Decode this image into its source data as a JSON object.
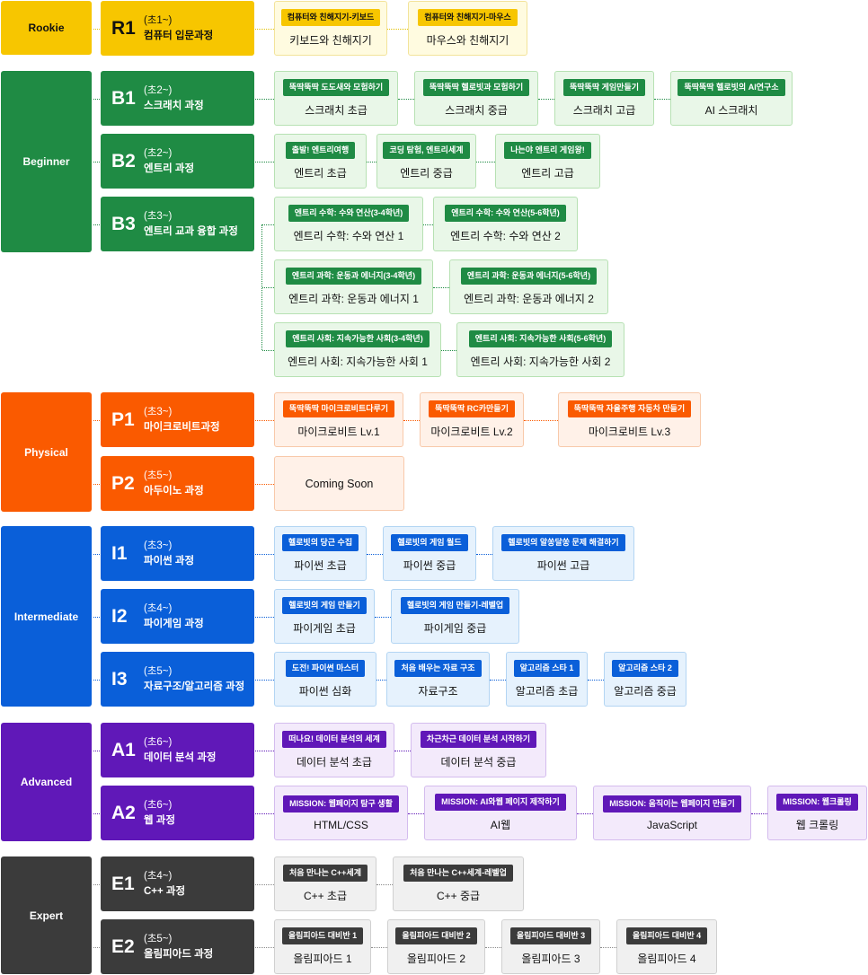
{
  "levels": [
    {
      "id": "rookie",
      "label": "Rookie",
      "color": "#f7c600",
      "cardBg": "#fffbe0",
      "cardBorder": "#f3e39a",
      "lineColor": "#e2c000",
      "textColor": "#111111",
      "courses": [
        {
          "code": "R1",
          "age": "(초1~)",
          "title": "컴퓨터 입문과정",
          "rows": [
            [
              {
                "tag": "컴퓨터와 친해지기-키보드",
                "name": "키보드와 친해지기"
              },
              {
                "tag": "컴퓨터와 친해지기-마우스",
                "name": "마우스와 친해지기"
              }
            ]
          ]
        }
      ]
    },
    {
      "id": "beginner",
      "label": "Beginner",
      "color": "#1f8b44",
      "cardBg": "#e9f7e8",
      "cardBorder": "#b7e1b3",
      "lineColor": "#1f8b44",
      "textColor": "#ffffff",
      "courses": [
        {
          "code": "B1",
          "age": "(초2~)",
          "title": "스크래치 과정",
          "rows": [
            [
              {
                "tag": "뚝딱뚝딱 도도새와 모험하기",
                "name": "스크래치 초급"
              },
              {
                "tag": "뚝딱뚝딱 헬로빗과 모험하기",
                "name": "스크래치 중급"
              },
              {
                "tag": "뚝딱뚝딱 게임만들기",
                "name": "스크래치 고급"
              },
              {
                "tag": "뚝딱뚝딱 헬로빗의 AI연구소",
                "name": "AI 스크래치"
              }
            ]
          ]
        },
        {
          "code": "B2",
          "age": "(초2~)",
          "title": "엔트리 과정",
          "rows": [
            [
              {
                "tag": "출발! 엔트리여행",
                "name": "엔트리 초급"
              },
              {
                "tag": "코딩 탐험, 엔트리세계",
                "name": "엔트리 중급"
              },
              {
                "tag": "나는야 엔트리 게임왕!",
                "name": "엔트리 고급"
              }
            ]
          ]
        },
        {
          "code": "B3",
          "age": "(초3~)",
          "title": "엔트리 교과 융합 과정",
          "rows": [
            [
              {
                "tag": "엔트리 수학: 수와 연산(3-4학년)",
                "name": "엔트리 수학: 수와 연산 1"
              },
              {
                "tag": "엔트리 수학: 수와 연산(5-6학년)",
                "name": "엔트리 수학: 수와 연산 2"
              }
            ],
            [
              {
                "tag": "엔트리 과학: 운동과 에너지(3-4학년)",
                "name": "엔트리 과학: 운동과 에너지 1"
              },
              {
                "tag": "엔트리 과학: 운동과 에너지(5-6학년)",
                "name": "엔트리 과학: 운동과 에너지 2"
              }
            ],
            [
              {
                "tag": "엔트리 사회: 지속가능한 사회(3-4학년)",
                "name": "엔트리 사회: 지속가능한 사회 1"
              },
              {
                "tag": "엔트리 사회: 지속가능한 사회(5-6학년)",
                "name": "엔트리 사회: 지속가능한 사회 2"
              }
            ]
          ]
        }
      ]
    },
    {
      "id": "physical",
      "label": "Physical",
      "color": "#fa5a00",
      "cardBg": "#fff1e8",
      "cardBorder": "#f8c9aa",
      "lineColor": "#fa5a00",
      "textColor": "#ffffff",
      "courses": [
        {
          "code": "P1",
          "age": "(초3~)",
          "title": "마이크로비트과정",
          "rows": [
            [
              {
                "tag": "뚝딱뚝딱 마이크로비트다루기",
                "name": "마이크로비트 Lv.1"
              },
              {
                "tag": "뚝딱뚝딱 RC카만들기",
                "name": "마이크로비트 Lv.2"
              },
              {
                "tag": "뚝딱뚝딱 자율주행 자동차 만들기",
                "name": "마이크로비트 Lv.3"
              }
            ]
          ]
        },
        {
          "code": "P2",
          "age": "(초5~)",
          "title": "아두이노 과정",
          "rows": [
            [
              {
                "tag": "",
                "name": "Coming Soon"
              }
            ]
          ]
        }
      ]
    },
    {
      "id": "intermediate",
      "label": "Intermediate",
      "color": "#0a5fd9",
      "cardBg": "#e6f2fd",
      "cardBorder": "#b3d5f3",
      "lineColor": "#0a5fd9",
      "textColor": "#ffffff",
      "courses": [
        {
          "code": "I1",
          "age": "(초3~)",
          "title": "파이썬 과정",
          "rows": [
            [
              {
                "tag": "헬로빗의 당근 수집",
                "name": "파이썬 초급"
              },
              {
                "tag": "헬로빗의 게임 월드",
                "name": "파이썬 중급"
              },
              {
                "tag": "헬로빗의 알쏭달쏭 문제 해결하기",
                "name": "파이썬 고급"
              }
            ]
          ]
        },
        {
          "code": "I2",
          "age": "(초4~)",
          "title": "파이게임 과정",
          "rows": [
            [
              {
                "tag": "헬로빗의 게임 만들기",
                "name": "파이게임 초급"
              },
              {
                "tag": "헬로빗의 게임 만들기-레벨업",
                "name": "파이게임 중급"
              }
            ]
          ]
        },
        {
          "code": "I3",
          "age": "(초5~)",
          "title": "자료구조/알고리즘 과정",
          "rows": [
            [
              {
                "tag": "도전! 파이썬 마스터",
                "name": "파이썬 심화"
              },
              {
                "tag": "처음 배우는 자료 구조",
                "name": "자료구조"
              },
              {
                "tag": "알고리즘 스타 1",
                "name": "알고리즘 초급"
              },
              {
                "tag": "알고리즘 스타 2",
                "name": "알고리즘 중급"
              }
            ]
          ]
        }
      ]
    },
    {
      "id": "advanced",
      "label": "Advanced",
      "color": "#6018b8",
      "cardBg": "#f3eafb",
      "cardBorder": "#d4bcee",
      "lineColor": "#6018b8",
      "textColor": "#ffffff",
      "courses": [
        {
          "code": "A1",
          "age": "(초6~)",
          "title": "데이터 분석 과정",
          "rows": [
            [
              {
                "tag": "떠나요! 데이터 분석의 세계",
                "name": "데이터 분석 초급"
              },
              {
                "tag": "차근차근 데이터 분석 시작하기",
                "name": "데이터 분석 중급"
              }
            ]
          ]
        },
        {
          "code": "A2",
          "age": "(초6~)",
          "title": "웹 과정",
          "rows": [
            [
              {
                "tag": "MISSION: 웹페이지 탐구 생활",
                "name": "HTML/CSS"
              },
              {
                "tag": "MISSION: AI와웹 페이지 제작하기",
                "name": "AI웹"
              },
              {
                "tag": "MISSION: 움직이는 웹페이지 만들기",
                "name": "JavaScript"
              },
              {
                "tag": "MISSION: 웹크롤링",
                "name": "웹 크롤링"
              }
            ]
          ]
        }
      ]
    },
    {
      "id": "expert",
      "label": "Expert",
      "color": "#3b3b3b",
      "cardBg": "#f0f0f0",
      "cardBorder": "#d0d0d0",
      "lineColor": "#8a8a8a",
      "textColor": "#ffffff",
      "courses": [
        {
          "code": "E1",
          "age": "(초4~)",
          "title": "C++ 과정",
          "rows": [
            [
              {
                "tag": "처음 만나는 C++세계",
                "name": "C++ 초급"
              },
              {
                "tag": "처음 만나는 C++세계-레벨업",
                "name": "C++ 중급"
              }
            ]
          ]
        },
        {
          "code": "E2",
          "age": "(초5~)",
          "title": "올림피아드 과정",
          "rows": [
            [
              {
                "tag": "올림피아드 대비반 1",
                "name": "올림피아드 1"
              },
              {
                "tag": "올림피아드 대비반 2",
                "name": "올림피아드 2"
              },
              {
                "tag": "올림피아드 대비반 3",
                "name": "올림피아드 3"
              },
              {
                "tag": "올림피아드 대비반 4",
                "name": "올림피아드 4"
              }
            ]
          ]
        }
      ]
    }
  ]
}
